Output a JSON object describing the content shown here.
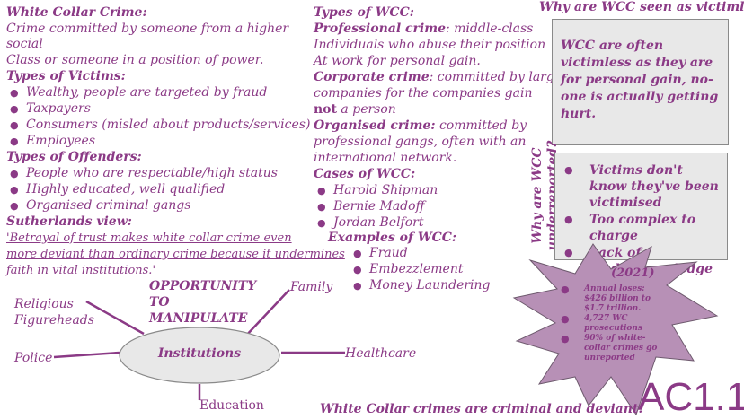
{
  "left": {
    "wcc_title": "White Collar Crime:",
    "wcc_def_1": "Crime committed by someone from a higher social",
    "wcc_def_2": "Class or someone in a position of power.",
    "victims_title": "Types of Victims:",
    "victims": [
      "Wealthy, people are targeted by fraud",
      "Taxpayers",
      "Consumers (misled about products/services)",
      "Employees"
    ],
    "offenders_title": "Types of Offenders:",
    "offenders": [
      "People who are respectable/high status",
      "Highly educated, well qualified",
      "Organised criminal gangs"
    ],
    "sutherland_title": "Sutherlands view:",
    "sutherland_q1": "'Betrayal of trust makes white collar crime even",
    "sutherland_q2": "more deviant than ordinary crime because it undermines",
    "sutherland_q3": "faith in vital institutions.'"
  },
  "diagram": {
    "center": "Institutions",
    "heading_1": "OPPORTUNITY",
    "heading_2": "TO",
    "heading_3": "MANIPULATE",
    "religious_1": "Religious",
    "religious_2": "Figureheads",
    "family": "Family",
    "police": "Police",
    "healthcare": "Healthcare",
    "education": "Education"
  },
  "middle": {
    "types_title": "Types of WCC:",
    "professional_label": "Professional crime",
    "professional_1": ": middle-class",
    "professional_2": "Individuals who abuse their position",
    "professional_3": "At work for personal gain.",
    "corporate_label": "Corporate crime",
    "corporate_1": ": committed by large",
    "corporate_2": "companies for the companies gain",
    "corporate_not": "not",
    "corporate_3": " a person",
    "organised_label": "Organised crime:",
    "organised_1": " committed by",
    "organised_2": "professional gangs, often with an",
    "organised_3": "international network.",
    "cases_title": "Cases of WCC:",
    "cases": [
      "Harold Shipman",
      "Bernie Madoff",
      "Jordan Belfort"
    ],
    "examples_title": "Examples of WCC:",
    "examples": [
      "Fraud",
      "Embezzlement",
      "Money Laundering"
    ]
  },
  "right": {
    "victimless_q": "Why are WCC seen as victimless?",
    "victimless_answer": "WCC are often victimless as they are for personal gain, no-one is actually getting hurt.",
    "underreported_q_1": "Why are WCC",
    "underreported_q_2": "underreported?",
    "reasons": [
      "Victims don't know they've been victimised",
      "Too complex to charge",
      "Lack of media/knowledge"
    ],
    "stats_year": "(2021)",
    "stats": [
      "Annual loses: $426 billion to $1.7 trillion.",
      "4,727 WC prosecutions",
      "90% of white-collar crimes go unreported"
    ]
  },
  "footer": {
    "conclusion": "White Collar crimes are criminal and deviant.",
    "code": "AC1.1"
  },
  "colors": {
    "text": "#8b3a86",
    "burst": "#b790b6",
    "box": "#e8e8e8"
  }
}
